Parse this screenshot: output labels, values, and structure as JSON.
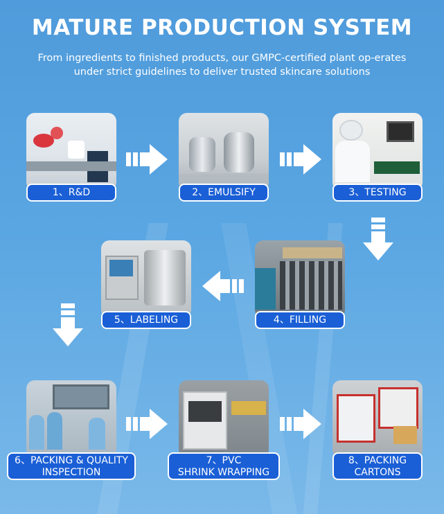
{
  "header": {
    "title": "MATURE PRODUCTION SYSTEM",
    "subtitle": "From ingredients to finished products, our GMPC-certified plant op-erates under strict guidelines to deliver trusted skincare solutions"
  },
  "steps": [
    {
      "label": "1、R&D",
      "icon": "lab-photo"
    },
    {
      "label": "2、EMULSIFY",
      "icon": "emulsifier-tanks-photo"
    },
    {
      "label": "3、TESTING",
      "icon": "testing-lab-photo"
    },
    {
      "label": "4、FILLING",
      "icon": "filling-machine-photo"
    },
    {
      "label": "5、LABELING",
      "icon": "labeling-machine-photo"
    },
    {
      "label_line1": "6、PACKING & QUALITY",
      "label_line2": "INSPECTION",
      "icon": "packing-room-photo"
    },
    {
      "label_line1": "7、PVC",
      "label_line2": "SHRINK WRAPPING",
      "icon": "shrink-wrap-machine-photo"
    },
    {
      "label_line1": "8、PACKING",
      "label_line2": "CARTONS",
      "icon": "carton-machine-photo"
    }
  ],
  "colors": {
    "background": "#5aa6e2",
    "label_bg": "#1a5fd6",
    "arrow": "#ffffff"
  }
}
